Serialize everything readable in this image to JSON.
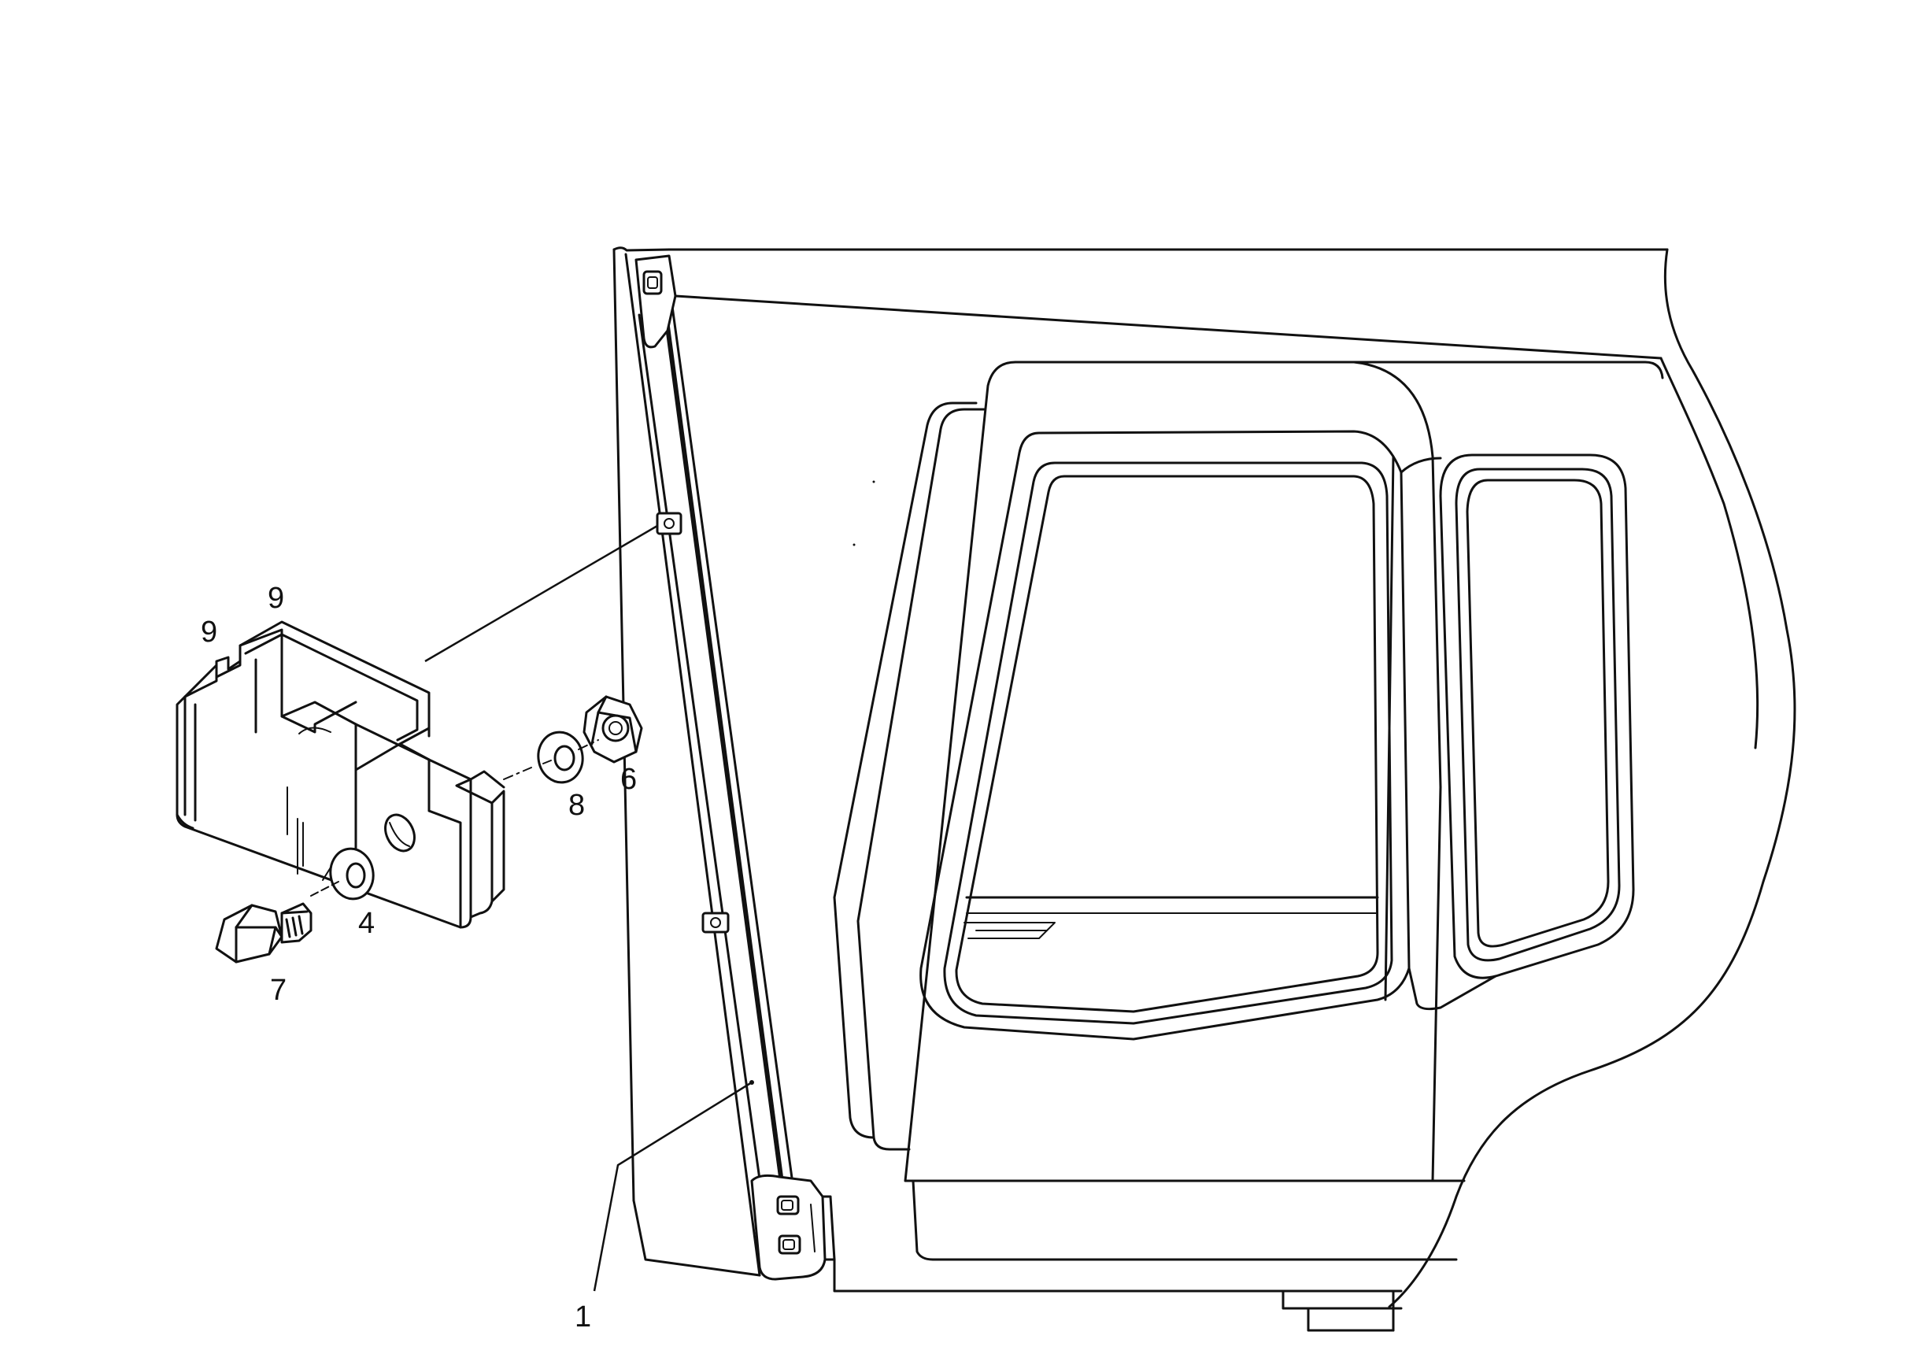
{
  "callouts": {
    "frame": "1",
    "washer_bolt": "4",
    "nut": "6",
    "bolt": "7",
    "washer_nut": "8",
    "slot_left": "9",
    "slot_right": "9"
  },
  "colors": {
    "line": "#111111",
    "background": "#ffffff"
  }
}
